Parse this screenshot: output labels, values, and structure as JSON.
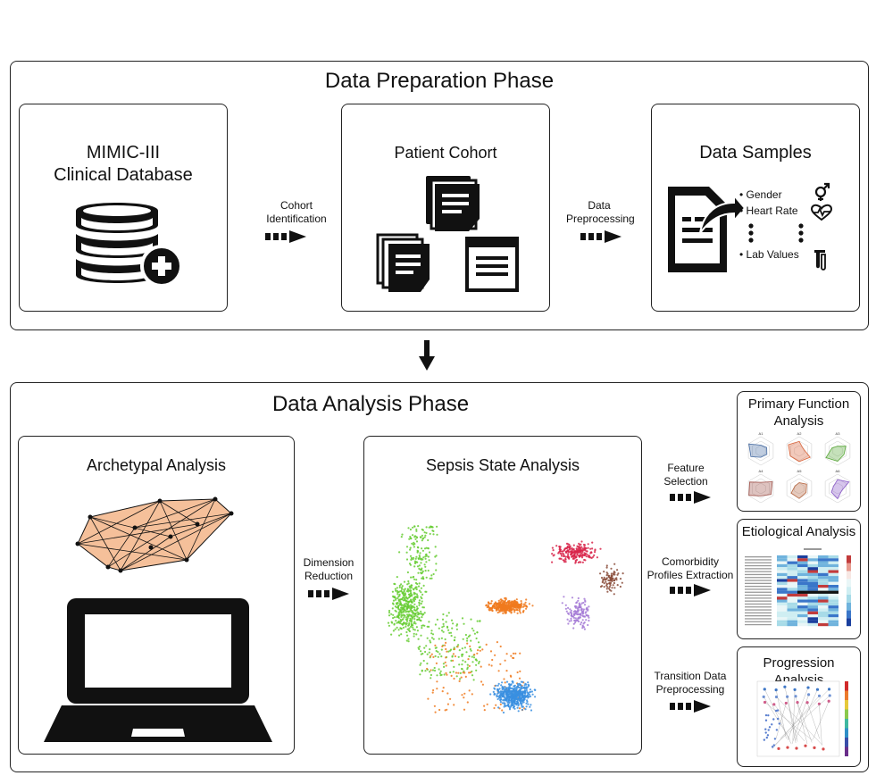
{
  "preparation": {
    "title": "Data Preparation Phase",
    "mimic_title": "MIMIC-III\nClinical Database",
    "cohort_title": "Patient Cohort",
    "samples_title": "Data Samples",
    "arrow1_label": "Cohort\nIdentification",
    "arrow2_label": "Data\nPreprocessing",
    "features": [
      "Gender",
      "Heart Rate",
      "Lab Values"
    ]
  },
  "analysis": {
    "title": "Data Analysis Phase",
    "archetypal_title": "Archetypal Analysis",
    "sepsis_title": "Sepsis State Analysis",
    "dimred_label": "Dimension\nReduction",
    "feature_label": "Feature\nSelection",
    "comorbidity_label": "Comorbidity\nProfiles Extraction",
    "transition_label": "Transition Data\nPreprocessing",
    "primary_title": "Primary Function\nAnalysis",
    "etiological_title": "Etiological Analysis",
    "progression_title": "Progression Analysis",
    "radar_labels": [
      "A1",
      "A2",
      "A3",
      "A4",
      "A5",
      "A6"
    ]
  },
  "colors": {
    "green": "#66cc33",
    "orange": "#f07a1e",
    "blue": "#3a8fe0",
    "red": "#d8244a",
    "brown": "#8a4c3a",
    "purple": "#a47ad6",
    "hull": "#f5c09a"
  }
}
